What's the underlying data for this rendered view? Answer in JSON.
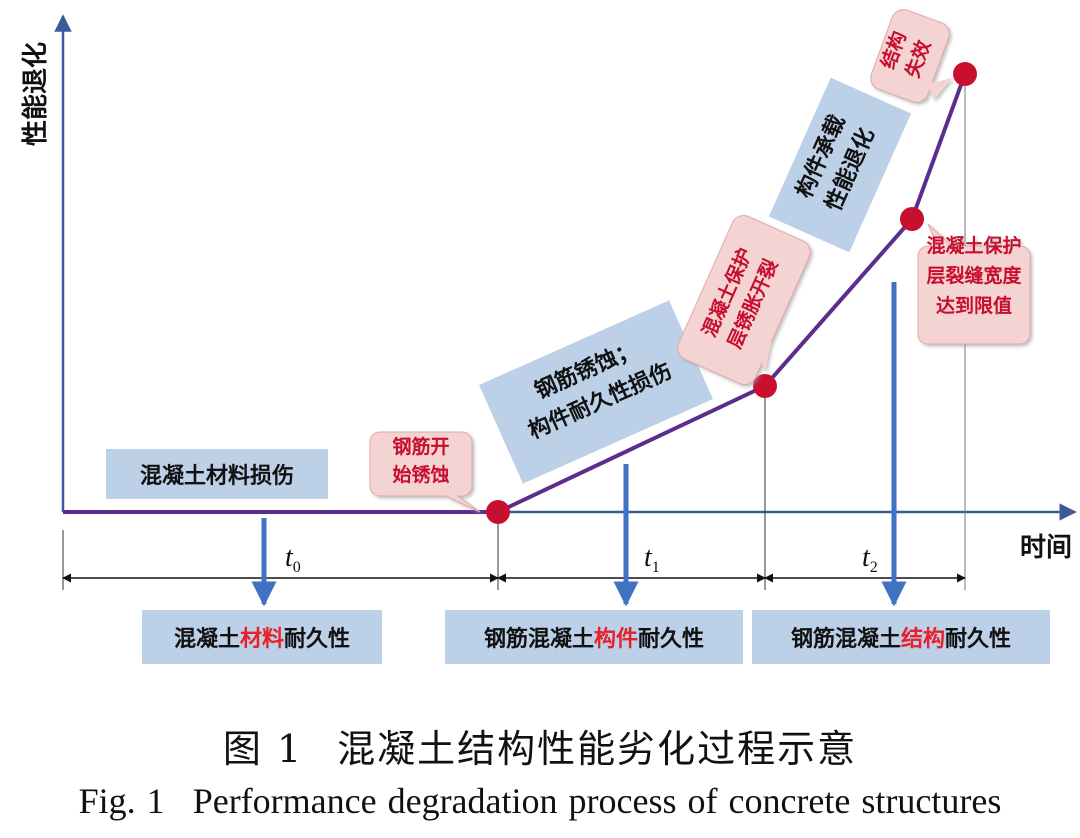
{
  "axes": {
    "y_label": "性能退化",
    "x_label": "时间"
  },
  "stages": {
    "concrete_damage": "混凝土材料损伤",
    "rebar_corrosion": "钢筋锈蚀；\n构件耐久性损伤",
    "performance_degradation": "构件承载\n性能退化"
  },
  "events": {
    "corrosion_start": "钢筋开\n始锈蚀",
    "cover_cracking": "混凝土保护\n层锈胀开裂",
    "crack_limit": "混凝土保护\n层裂缝宽度\n达到限值",
    "failure": "结构\n失效"
  },
  "periods": {
    "t0": {
      "base": "t",
      "sub": "0"
    },
    "t1": {
      "base": "t",
      "sub": "1"
    },
    "t2": {
      "base": "t",
      "sub": "2"
    }
  },
  "durability": {
    "material": {
      "pre": "混凝土",
      "hl": "材料",
      "post": "耐久性"
    },
    "member": {
      "pre": "钢筋混凝土",
      "hl": "构件",
      "post": "耐久性"
    },
    "structure": {
      "pre": "钢筋混凝土",
      "hl": "结构",
      "post": "耐久性"
    }
  },
  "caption": {
    "cn_num": "图 1",
    "cn_title": "混凝土结构性能劣化过程示意",
    "en_num": "Fig. 1",
    "en_title": "Performance degradation process of concrete structures"
  },
  "colors": {
    "axis": "#3a5a9c",
    "curve": "#5b2d8e",
    "node": "#c8102e",
    "stage_box": "#bcd1e8",
    "event_box": "#f4d3d3",
    "highlight": "#e8202a",
    "arrow": "#3f72c0"
  }
}
